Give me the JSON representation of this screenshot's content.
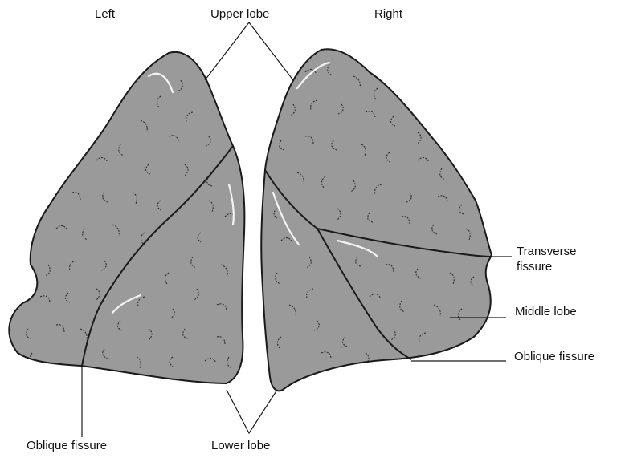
{
  "labels": {
    "left": "Left",
    "right": "Right",
    "upper_lobe": "Upper lobe",
    "lower_lobe": "Lower lobe",
    "transverse_fissure_line1": "Transverse",
    "transverse_fissure_line2": "fissure",
    "middle_lobe": "Middle lobe",
    "oblique_fissure_right": "Oblique fissure",
    "oblique_fissure_left": "Oblique fissure"
  },
  "colors": {
    "lung_fill": "#9a9a9a",
    "outline": "#1a1a1a",
    "background": "#ffffff"
  }
}
